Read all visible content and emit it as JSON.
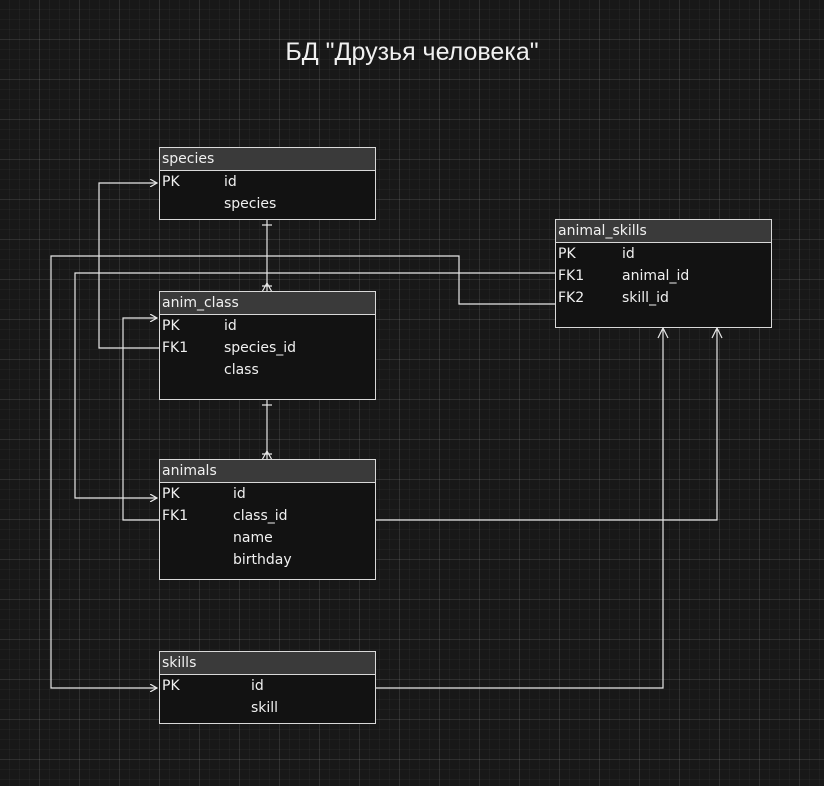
{
  "title": "БД \"Друзья человека\"",
  "tables": {
    "species": {
      "name": "species",
      "rows": [
        {
          "key": "PK",
          "field": "id"
        },
        {
          "key": "",
          "field": "species"
        }
      ]
    },
    "anim_class": {
      "name": "anim_class",
      "rows": [
        {
          "key": "PK",
          "field": "id"
        },
        {
          "key": "FK1",
          "field": "species_id"
        },
        {
          "key": "",
          "field": "class"
        }
      ]
    },
    "animals": {
      "name": "animals",
      "rows": [
        {
          "key": "PK",
          "field": "id"
        },
        {
          "key": "FK1",
          "field": "class_id"
        },
        {
          "key": "",
          "field": "name"
        },
        {
          "key": "",
          "field": "birthday"
        }
      ]
    },
    "skills": {
      "name": "skills",
      "rows": [
        {
          "key": "PK",
          "field": "id"
        },
        {
          "key": "",
          "field": "skill"
        }
      ]
    },
    "animal_skills": {
      "name": "animal_skills",
      "rows": [
        {
          "key": "PK",
          "field": "id"
        },
        {
          "key": "FK1",
          "field": "animal_id"
        },
        {
          "key": "FK2",
          "field": "skill_id"
        }
      ]
    }
  },
  "colors": {
    "background": "#181818",
    "line": "#e6e6e6",
    "header": "#3a3a3a"
  }
}
